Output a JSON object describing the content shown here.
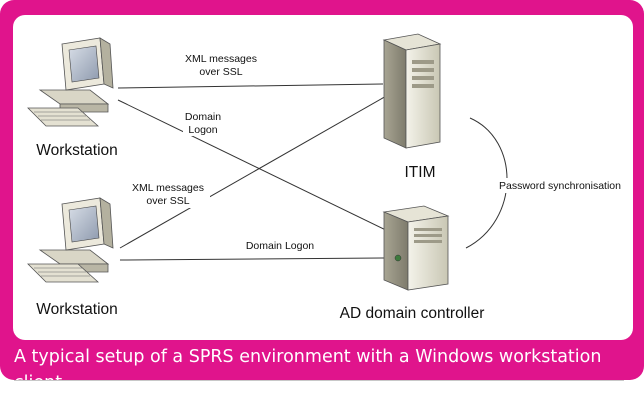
{
  "diagram": {
    "nodes": {
      "workstation_top": "Workstation",
      "workstation_bottom": "Workstation",
      "itim": "ITIM",
      "ad_controller": "AD domain controller"
    },
    "edges": {
      "xml_top": [
        "XML messages",
        "over SSL"
      ],
      "domain_logon_top": [
        "Domain",
        "Logon"
      ],
      "xml_bottom": [
        "XML messages",
        "over SSL"
      ],
      "domain_logon_bottom": "Domain Logon",
      "password_sync": "Password synchronisation"
    }
  },
  "caption": "A typical setup of a SPRS environment with a Windows workstation client.",
  "colors": {
    "frame": "#e0148c",
    "panel": "#ffffff"
  }
}
